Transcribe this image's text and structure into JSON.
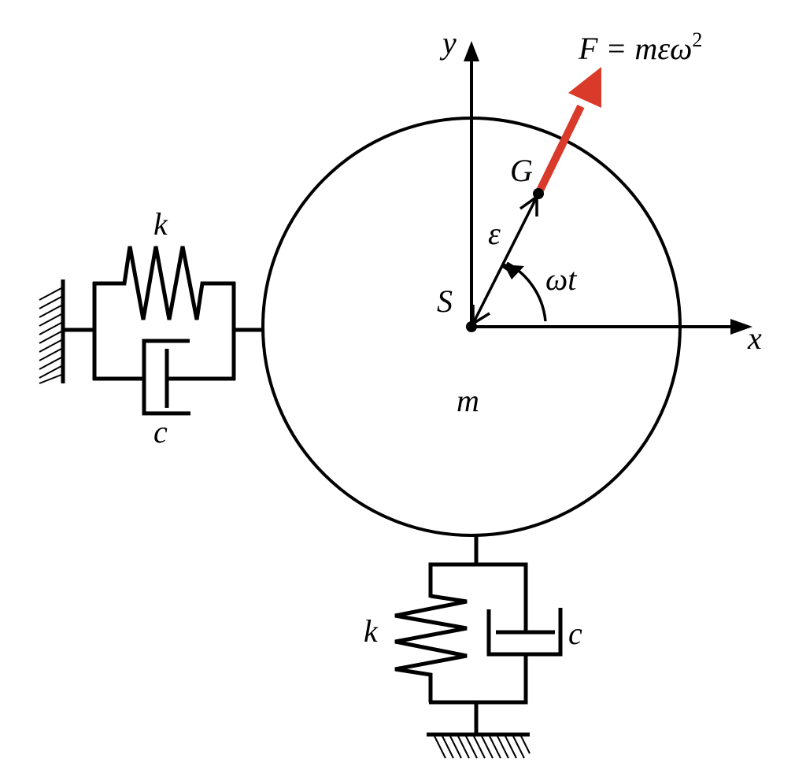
{
  "labels": {
    "y_axis": "y",
    "x_axis": "x",
    "force": "F = mεω",
    "force_exponent": "2",
    "center_of_mass": "G",
    "eccentricity": "ε",
    "angle": "ωt",
    "shaft_center": "S",
    "mass": "m",
    "left_spring": "k",
    "left_damper": "c",
    "bottom_spring": "k",
    "bottom_damper": "c"
  },
  "colors": {
    "force_arrow": "#d93a2a",
    "lines": "#000000"
  }
}
